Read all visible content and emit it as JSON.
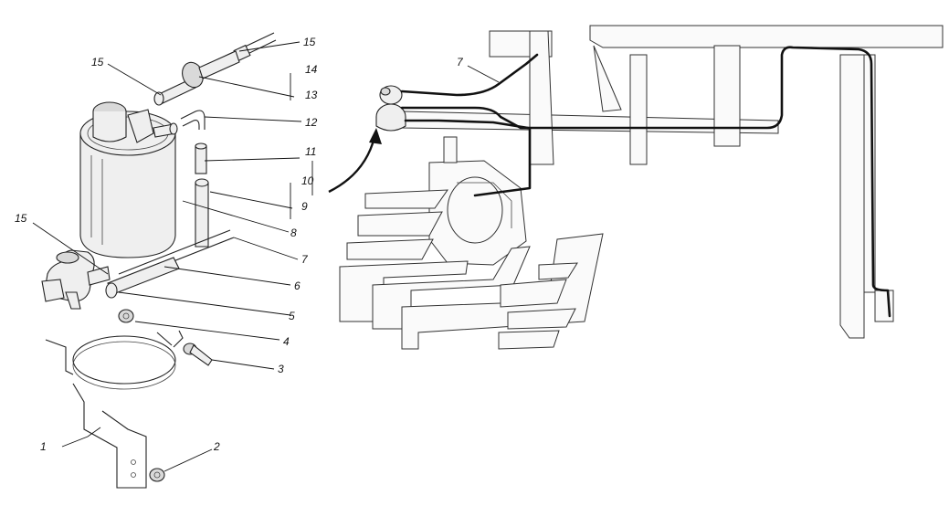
{
  "callouts": {
    "c1": "1",
    "c2": "2",
    "c3": "3",
    "c4": "4",
    "c5": "5",
    "c6": "6",
    "c7": "7",
    "c8": "8",
    "c9": "9",
    "c10": "10",
    "c11": "11",
    "c12": "12",
    "c13": "13",
    "c14": "14",
    "c15_top_left": "15",
    "c15_top_right": "15",
    "c15_mid_left": "15",
    "c7_vehicle": "7"
  }
}
